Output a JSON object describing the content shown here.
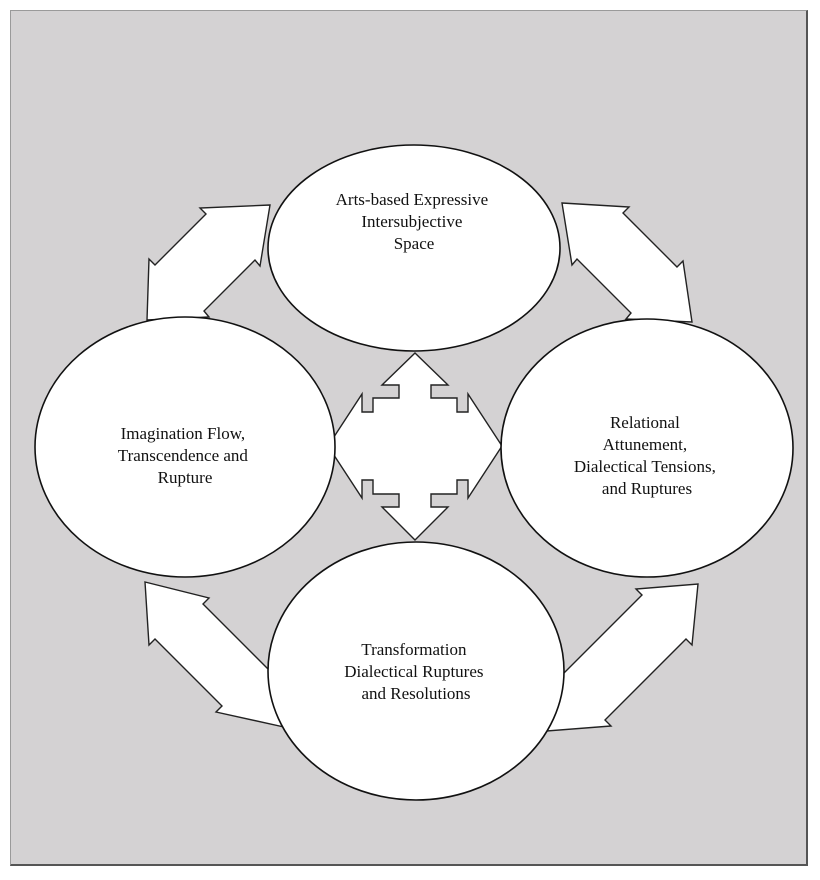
{
  "diagram": {
    "colors": {
      "background": "#d4d2d3",
      "node_fill": "#ffffff",
      "stroke": "#111111"
    },
    "nodes": [
      {
        "id": "top",
        "lines": [
          "Arts-based Expressive",
          "Intersubjective",
          "Space"
        ]
      },
      {
        "id": "left",
        "lines": [
          "Imagination Flow,",
          "Transcendence and",
          "Rupture"
        ]
      },
      {
        "id": "right",
        "lines": [
          "Relational",
          "Attunement,",
          "Dialectical Tensions,",
          "and Ruptures"
        ]
      },
      {
        "id": "bottom",
        "lines": [
          "Transformation",
          "Dialectical Ruptures",
          "and Resolutions"
        ]
      }
    ],
    "connectors": [
      {
        "from": "top",
        "to": "left",
        "type": "double-arrow"
      },
      {
        "from": "top",
        "to": "right",
        "type": "double-arrow"
      },
      {
        "from": "bottom",
        "to": "left",
        "type": "double-arrow"
      },
      {
        "from": "bottom",
        "to": "right",
        "type": "double-arrow"
      },
      {
        "from": "center",
        "to": "all",
        "type": "four-way-arrow"
      }
    ]
  }
}
